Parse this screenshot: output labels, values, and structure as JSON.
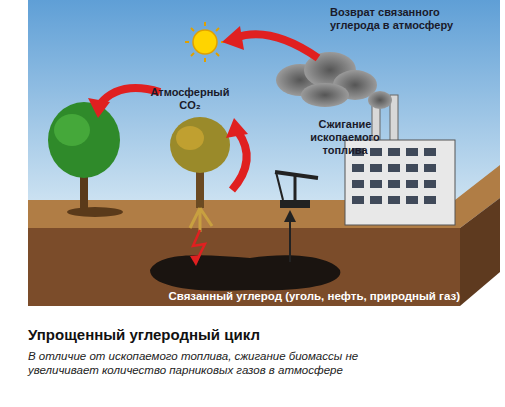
{
  "diagram": {
    "title": "Упрощенный углеродный цикл",
    "caption": "В отличие от ископаемого топлива, сжигание биомассы не увеличивает количество парниковых газов в атмосфере",
    "labels": [
      "Возврат связанного углерода в атмосферу",
      "Атмосферный CO₂",
      "Сжигание ископаемого топлива",
      "Связанный углерод (уголь, нефть, природный газ)"
    ]
  }
}
